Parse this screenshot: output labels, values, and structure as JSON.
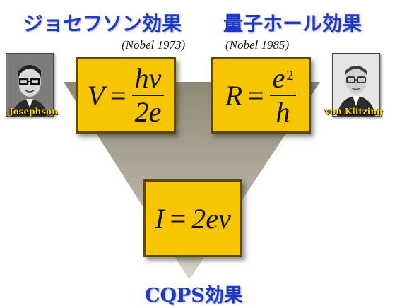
{
  "titles": {
    "josephson_effect": "ジョセフソン効果",
    "quantum_hall_effect": "量子ホール効果",
    "cqps_effect": "CQPS効果"
  },
  "nobel": {
    "josephson": "(Nobel 1973)",
    "von_klitzing": "(Nobel 1985)"
  },
  "people": {
    "left_caption": "Josephson",
    "right_caption": "von Klitzing"
  },
  "equations": {
    "josephson": {
      "lhs": "V",
      "op": "=",
      "numerator": "hν",
      "denominator": "2e"
    },
    "hall": {
      "lhs": "R",
      "op": "=",
      "numerator": "e",
      "exponent": "2",
      "denominator": "h"
    },
    "cqps": {
      "lhs": "I",
      "op": "=",
      "rhs": "2eν"
    }
  },
  "colors": {
    "title_blue": "#1f39c9",
    "box_yellow": "#f7c400",
    "triangle_gray": "#a39d8b"
  }
}
